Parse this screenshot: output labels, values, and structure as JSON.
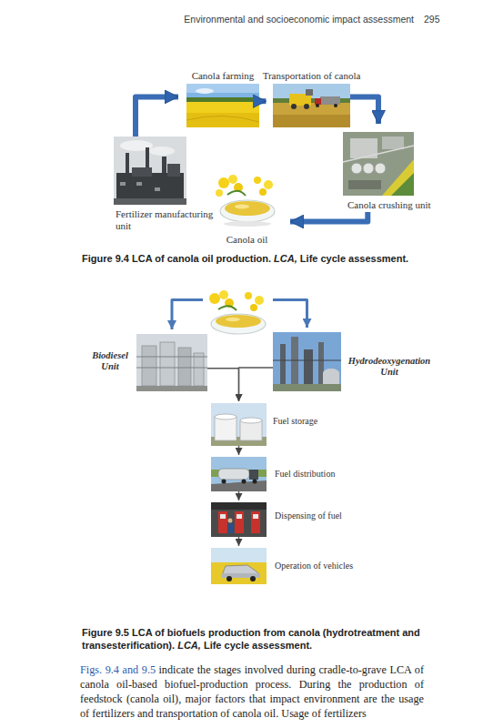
{
  "diagram": {
    "nodes": [
      {
        "text": [
          "Canola farming"
        ]
      },
      {
        "text": [
          "Transportation of canola"
        ]
      },
      {
        "text": [
          "Fertilizer manufacturing unit"
        ]
      },
      {
        "text": [
          "Canola crushing unit"
        ]
      },
      {
        "text": [
          "Canola oil"
        ]
      },
      {
        "text": []
      },
      {
        "text": [
          "Biodiesel Unit"
        ]
      },
      {
        "text": [
          "Hydrodeoxygenation Unit"
        ]
      },
      {
        "text": [
          "Fuel storage"
        ]
      },
      {
        "text": [
          "Fuel distribution"
        ]
      },
      {
        "text": [
          "Dispensing of fuel"
        ]
      },
      {
        "text": [
          "Operation of vehicles"
        ]
      }
    ],
    "edges": [
      {
        "from": 2,
        "to": 0,
        "arrow": "to"
      },
      {
        "from": 0,
        "to": 1,
        "arrow": "to"
      },
      {
        "from": 1,
        "to": 3,
        "arrow": "to"
      },
      {
        "from": 3,
        "to": 4,
        "arrow": "to"
      },
      {
        "from": 5,
        "to": 6,
        "arrow": "to"
      },
      {
        "from": 5,
        "to": 7,
        "arrow": "to"
      },
      {
        "from": 6,
        "to": 8,
        "arrow": "to"
      },
      {
        "from": 7,
        "to": 8,
        "arrow": "to"
      },
      {
        "from": 8,
        "to": 9,
        "arrow": "to"
      },
      {
        "from": 9,
        "to": 10,
        "arrow": "to"
      },
      {
        "from": 10,
        "to": 11,
        "arrow": "to"
      }
    ],
    "labels": [
      "Environmental and socioeconomic impact assessment",
      "295",
      "Figure 9.4",
      "LCA of canola oil production.",
      "LCA,",
      "Life cycle assessment.",
      "Figure 9.5",
      "LCA of biofuels production from canola (hydrotreatment and transesterification).",
      "LCA,",
      "Life cycle assessment.",
      "Figs. 9.4 and 9.5",
      "indicate the stages involved during cradle-to-grave LCA of canola oil-based biofuel-production process. During the production of feedstock (canola oil), major factors that impact environment are the usage of fertilizers and transportation of canola oil. Usage of fertilizers"
    ]
  }
}
